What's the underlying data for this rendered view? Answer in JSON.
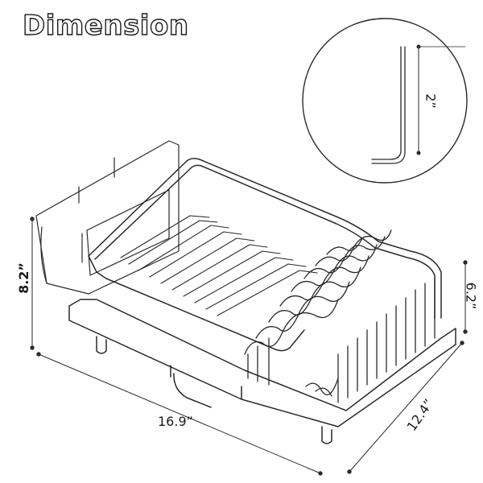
{
  "title": "Dimension",
  "dimensions": {
    "height": "8.2”",
    "width": "16.9”",
    "depth": "12.4”",
    "side_height": "6.2”",
    "detail_depth": "2”"
  },
  "colors": {
    "line": "#2a2a2a",
    "background": "#ffffff"
  }
}
